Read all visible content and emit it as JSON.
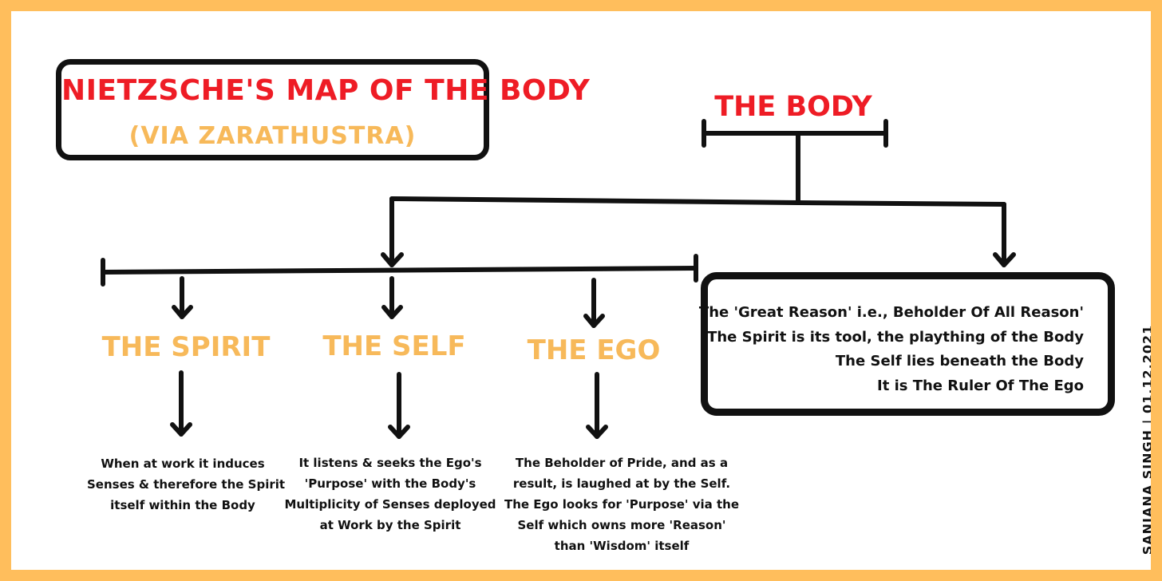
{
  "title": {
    "main": "Nietzsche's Map of the Body",
    "sub": "(Via Zarathustra)"
  },
  "root": {
    "label": "The Body"
  },
  "nodes": {
    "spirit": {
      "label": "The Spirit",
      "description": [
        "When at work it induces",
        "Senses & therefore the Spirit",
        "itself within the Body"
      ]
    },
    "self": {
      "label": "The Self",
      "description": [
        "It listens & seeks the Ego's",
        "'Purpose' with the Body's",
        "Multiplicity of Senses deployed",
        "at Work by the Spirit"
      ]
    },
    "ego": {
      "label": "The Ego",
      "description": [
        "The Beholder of Pride, and as a",
        "result, is laughed at by the Self.",
        "The Ego looks for 'Purpose' via the",
        "Self which owns more 'Reason'",
        "than 'Wisdom' itself"
      ]
    }
  },
  "great_reason": {
    "lines": [
      "The 'Great Reason' i.e., Beholder Of All Reason'",
      "The Spirit is its tool, the plaything of the Body",
      "The Self lies beneath the Body",
      "It is The Ruler Of The Ego"
    ]
  },
  "author": "SANJANA SINGH | 01.12.2021",
  "colors": {
    "frame": "#FFBE5C",
    "title_red": "#EE1C25",
    "accent_orange": "#F7B95A",
    "ink": "#111111"
  }
}
